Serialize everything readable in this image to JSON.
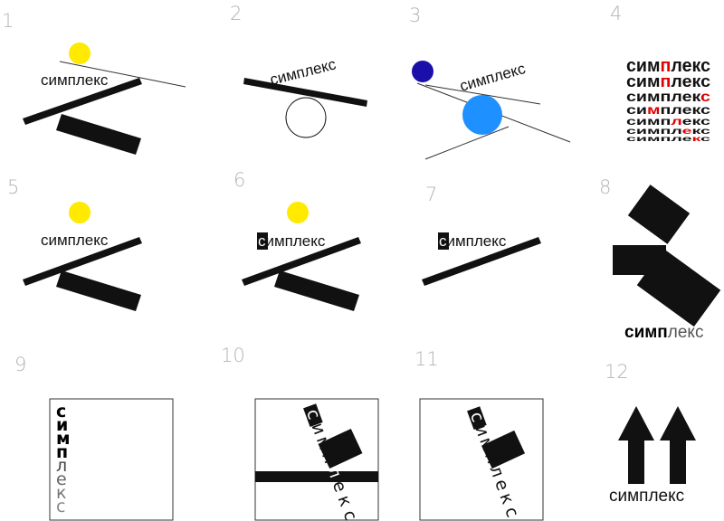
{
  "sketches": [
    {
      "number": "1",
      "word": "симплекс"
    },
    {
      "number": "2",
      "word": "симплекс"
    },
    {
      "number": "3",
      "word": "симплекс"
    },
    {
      "number": "4",
      "lines": [
        {
          "pre": "сим",
          "accent": "п",
          "post": "лекс"
        },
        {
          "pre": "сим",
          "accent": "п",
          "post": "лекс"
        },
        {
          "pre": "симплек",
          "accent": "с",
          "post": ""
        },
        {
          "pre": "си",
          "accent": "м",
          "post": "плекс"
        },
        {
          "pre": "симп",
          "accent": "л",
          "post": "екс"
        },
        {
          "pre": "симпл",
          "accent": "е",
          "post": "кс"
        },
        {
          "pre": "симпле",
          "accent": "к",
          "post": "с"
        }
      ]
    },
    {
      "number": "5",
      "word": "симплекс"
    },
    {
      "number": "6",
      "first_letter": "с",
      "rest": "имплекс"
    },
    {
      "number": "7",
      "first_letter": "с",
      "rest": "имплекс"
    },
    {
      "number": "8",
      "bold": "симп",
      "light": "лекс"
    },
    {
      "number": "9",
      "letters": [
        "с",
        "и",
        "м",
        "п",
        "л",
        "е",
        "к",
        "с"
      ]
    },
    {
      "number": "10",
      "letters": [
        "с",
        "и",
        "м",
        "п",
        "л",
        "е",
        "к",
        "с"
      ]
    },
    {
      "number": "11",
      "letters": [
        "с",
        "и",
        "м",
        "п",
        "л",
        "е",
        "к",
        "с"
      ]
    },
    {
      "number": "12",
      "word": "симплекс"
    }
  ],
  "colors": {
    "ink": "#111111",
    "sun_yellow": "#ffea00",
    "navy_circle": "#1a0fa8",
    "blue_circle": "#1e90ff",
    "accent_red": "#e10000",
    "number_gray": "#b3b3b3"
  }
}
